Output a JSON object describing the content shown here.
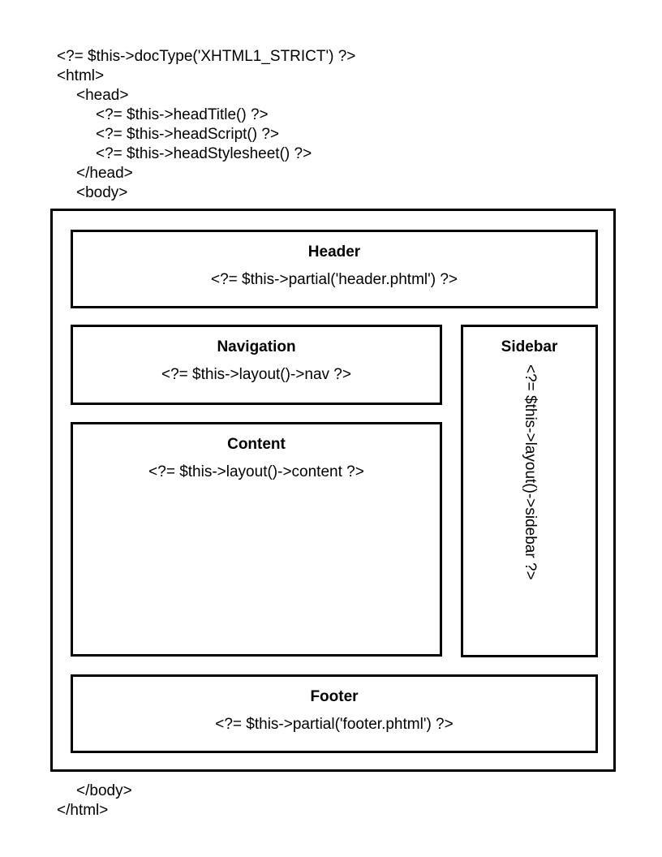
{
  "document": {
    "title": "Zend Framework two-step view layout diagram",
    "language": "php-xhtml-template"
  },
  "top_code": {
    "lines": [
      {
        "text": "<?= $this->docType('XHTML1_STRICT') ?>",
        "indent": 0
      },
      {
        "text": "<html>",
        "indent": 0
      },
      {
        "text": "<head>",
        "indent": 1
      },
      {
        "text": "<?= $this->headTitle() ?>",
        "indent": 2
      },
      {
        "text": "<?= $this->headScript() ?>",
        "indent": 2
      },
      {
        "text": "<?= $this->headStylesheet() ?>",
        "indent": 2
      },
      {
        "text": "</head>",
        "indent": 1
      },
      {
        "text": "<body>",
        "indent": 1
      }
    ]
  },
  "layout": {
    "header": {
      "title": "Header",
      "code": "<?= $this->partial('header.phtml') ?>"
    },
    "navigation": {
      "title": "Navigation",
      "code": "<?= $this->layout()->nav ?>"
    },
    "content": {
      "title": "Content",
      "code": "<?= $this->layout()->content ?>"
    },
    "sidebar": {
      "title": "Sidebar",
      "code": "<?= $this->layout()->sidebar ?>"
    },
    "footer": {
      "title": "Footer",
      "code": "<?= $this->partial('footer.phtml') ?>"
    }
  },
  "bottom_code": {
    "lines": [
      {
        "text": "</body>",
        "indent": 1
      },
      {
        "text": "</html>",
        "indent": 0
      }
    ]
  },
  "colors": {
    "background": "#ffffff",
    "stroke": "#000000",
    "text": "#000000"
  }
}
